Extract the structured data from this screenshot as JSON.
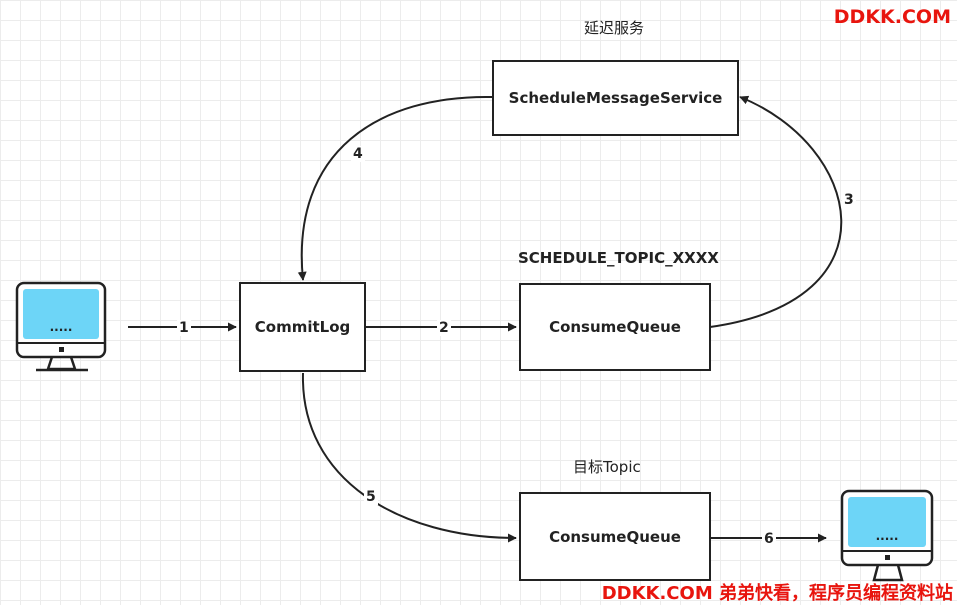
{
  "watermark": {
    "top": "DDKK.COM",
    "bottom": "DDKK.COM 弟弟快看，程序员编程资料站"
  },
  "captions": {
    "delay_service": "延迟服务",
    "schedule_topic": "SCHEDULE_TOPIC_XXXX",
    "target_topic": "目标Topic"
  },
  "nodes": {
    "schedule_service": "ScheduleMessageService",
    "commit_log": "CommitLog",
    "consume_queue_schedule": "ConsumeQueue",
    "consume_queue_target": "ConsumeQueue"
  },
  "clients": {
    "producer_screen_text": ".....",
    "consumer_screen_text": "....."
  },
  "edges": [
    "1",
    "2",
    "3",
    "4",
    "5",
    "6"
  ],
  "colors": {
    "screen": "#6dd5f7",
    "stroke": "#222222",
    "watermark": "#e8150e"
  }
}
